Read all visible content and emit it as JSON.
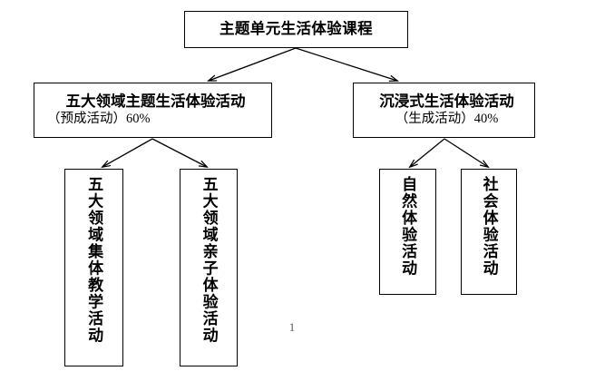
{
  "diagram": {
    "type": "tree-hierarchy",
    "root": {
      "title": "主题单元生活体验课程"
    },
    "branches": [
      {
        "id": "branch-prepared",
        "title": "五大领域主题生活体验活动",
        "subtitle": "（预成活动）60%",
        "percent": "60%",
        "children": [
          {
            "id": "leaf-group-teaching",
            "title": "五大领域集体教学活动"
          },
          {
            "id": "leaf-parent-child",
            "title": "五大领域亲子体验活动"
          }
        ]
      },
      {
        "id": "branch-immersive",
        "title": "沉浸式生活体验活动",
        "subtitle": "（生成活动）40%",
        "percent": "40%",
        "children": [
          {
            "id": "leaf-nature",
            "title": "自然体验活动"
          },
          {
            "id": "leaf-society",
            "title": "社会体验活动"
          }
        ]
      }
    ]
  },
  "footer": {
    "page_number": "1"
  },
  "colors": {
    "border": "#000000",
    "background": "#ffffff",
    "text": "#000000",
    "page_number": "#595959"
  }
}
